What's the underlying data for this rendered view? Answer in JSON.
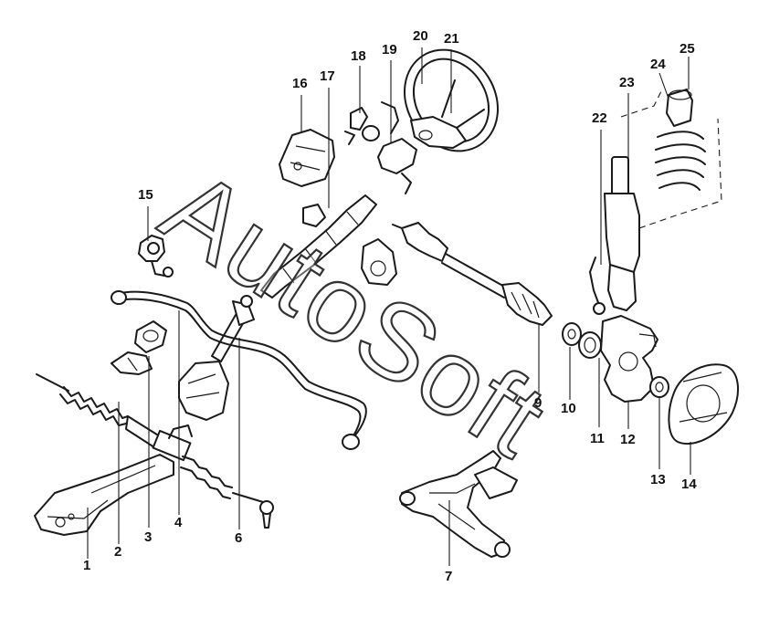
{
  "watermark": "AutoSoft",
  "callouts": [
    "1",
    "2",
    "3",
    "4",
    "6",
    "7",
    "9",
    "10",
    "11",
    "12",
    "13",
    "14",
    "15",
    "16",
    "17",
    "18",
    "19",
    "20",
    "21",
    "22",
    "23",
    "24",
    "25"
  ]
}
